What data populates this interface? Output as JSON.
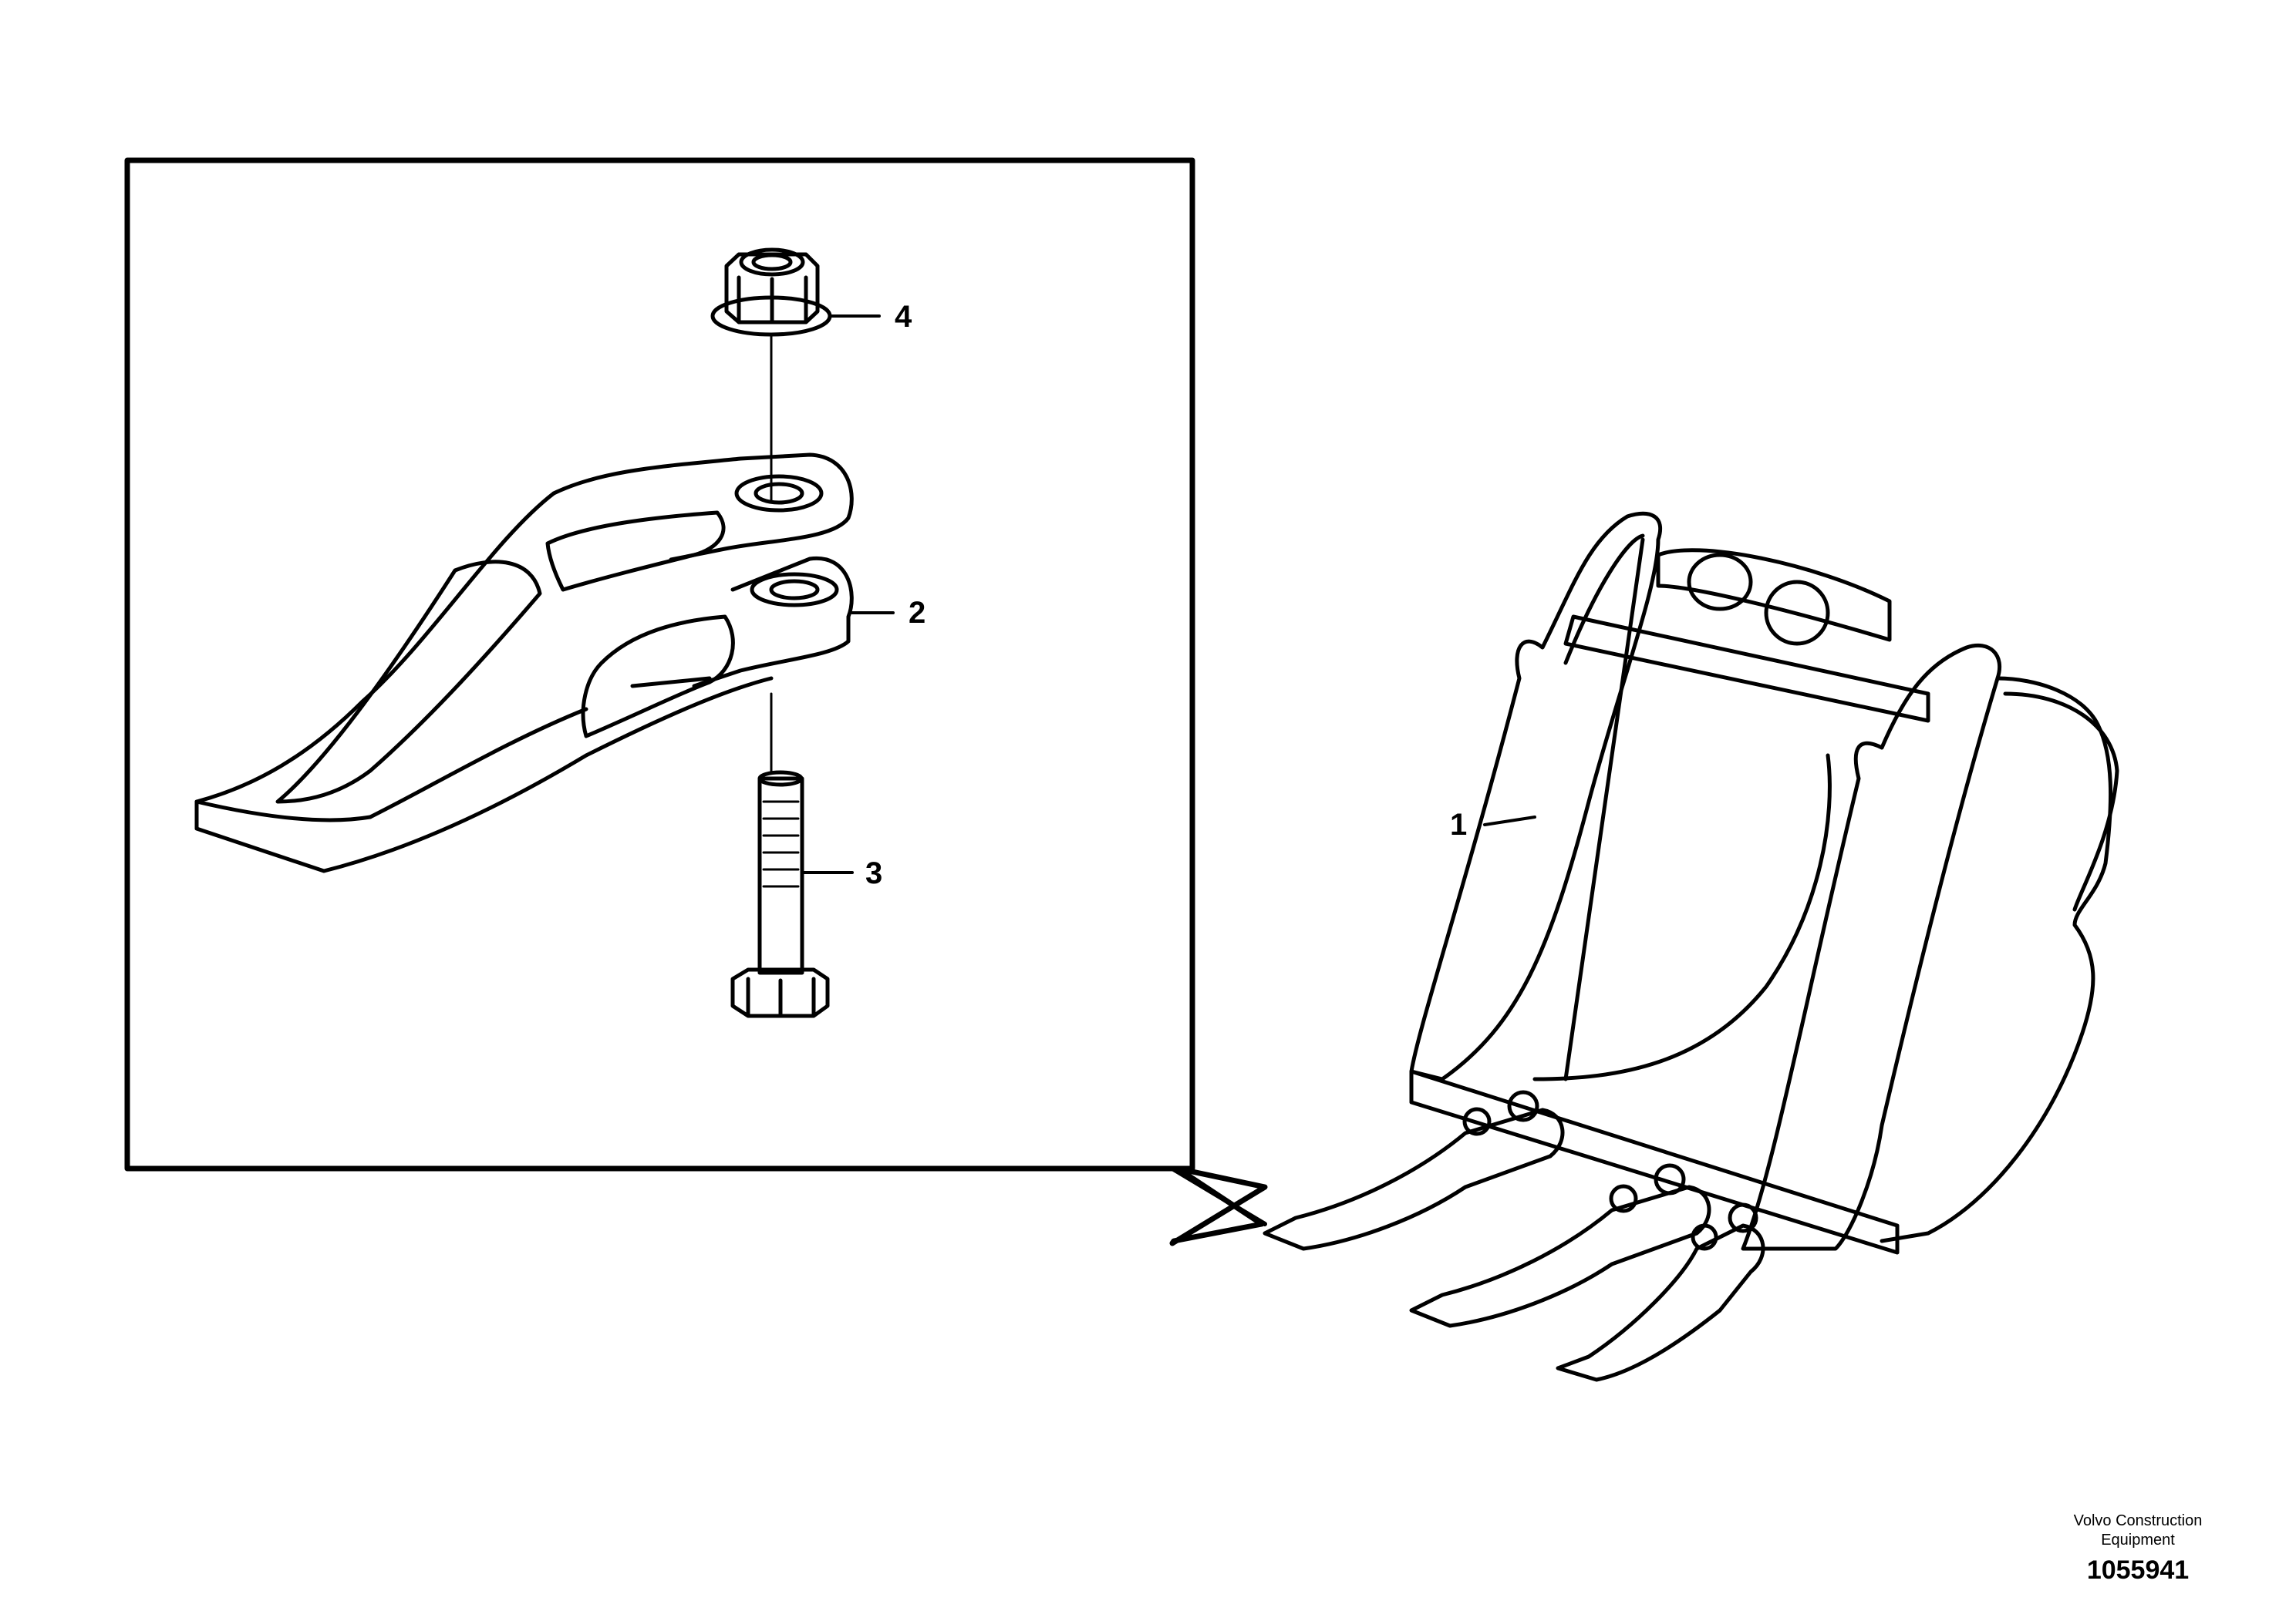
{
  "callouts": [
    {
      "id": "1",
      "label": "1"
    },
    {
      "id": "2",
      "label": "2"
    },
    {
      "id": "3",
      "label": "3"
    },
    {
      "id": "4",
      "label": "4"
    }
  ],
  "footer": {
    "company_line1": "Volvo Construction",
    "company_line2": "Equipment",
    "drawing_number": "1055941"
  },
  "colors": {
    "line": "#000000",
    "background": "#ffffff"
  }
}
